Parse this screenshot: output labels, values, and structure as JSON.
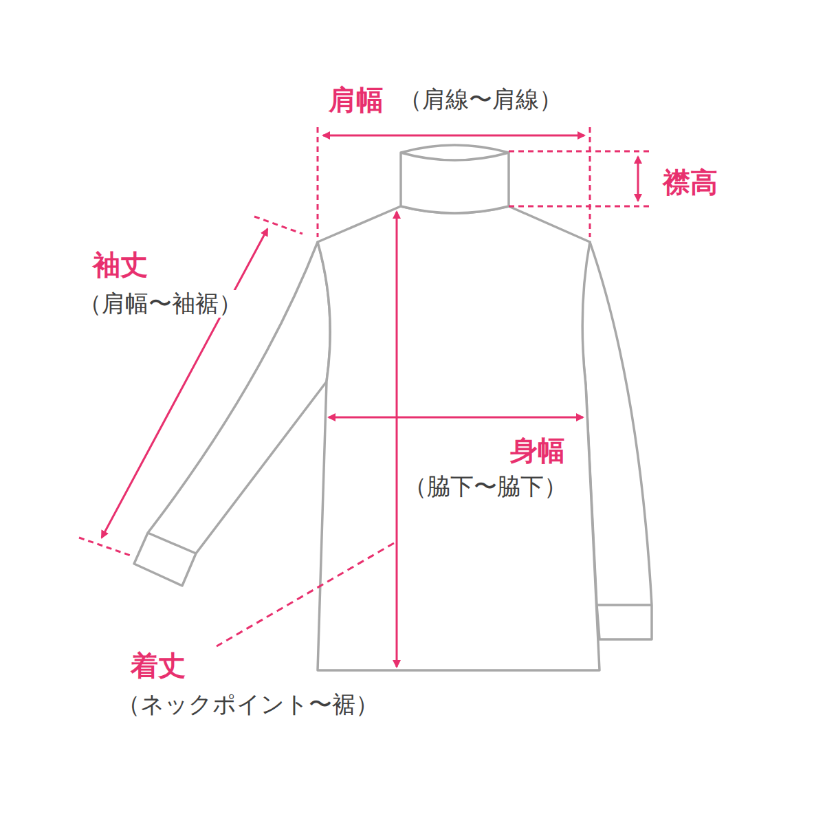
{
  "diagram": {
    "labels": [
      "肩幅",
      "（肩線〜肩線）",
      "襟高",
      "袖丈",
      "（肩幅〜袖裾）",
      "身幅",
      "（脇下〜脇下）",
      "着丈",
      "（ネックポイント〜裾）"
    ]
  }
}
